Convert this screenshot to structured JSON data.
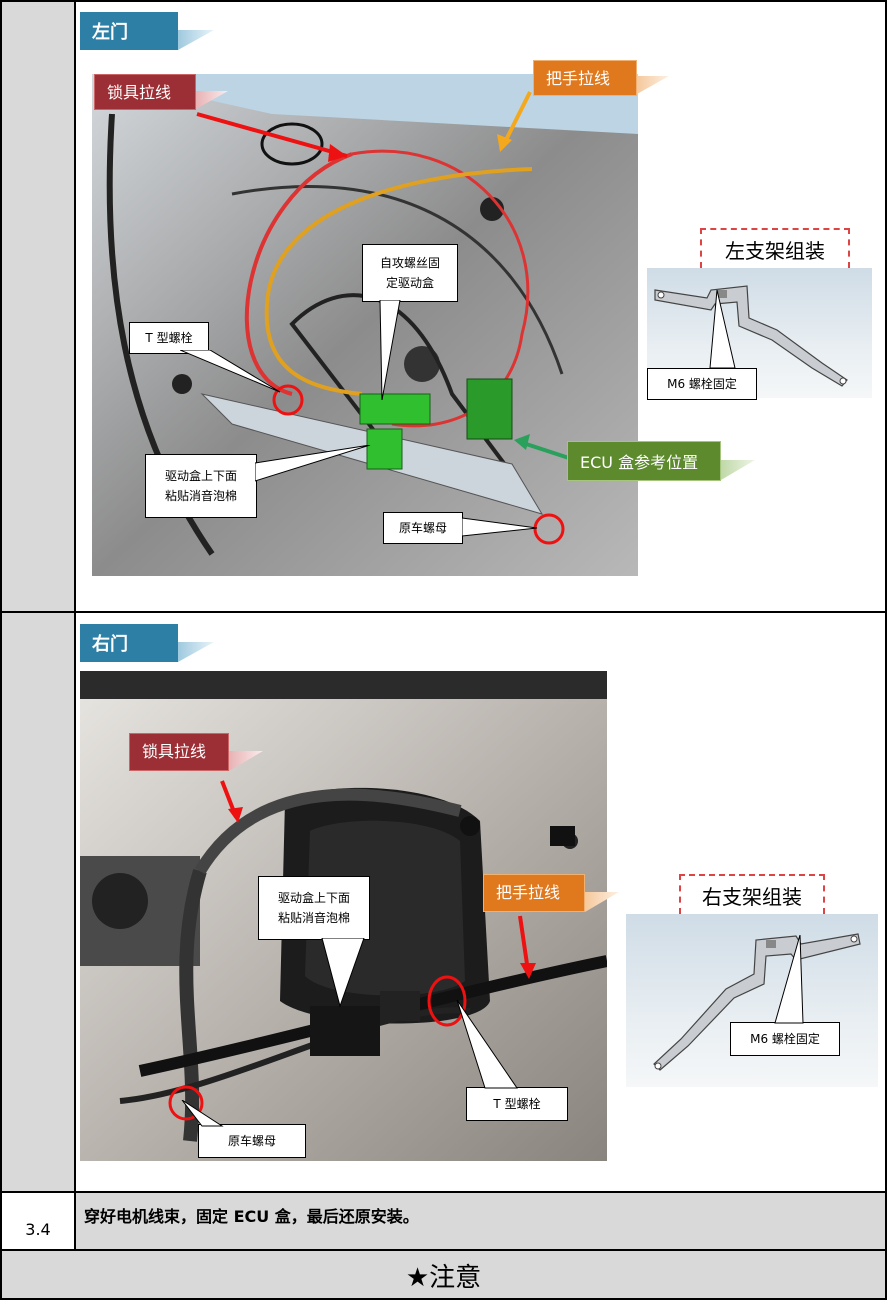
{
  "left_door": {
    "tag": "左门",
    "labels": {
      "lock_cable": "锁具拉线",
      "handle_cable": "把手拉线",
      "screw_fix": "自攻螺丝固\n定驱动盒",
      "t_bolt": "T 型螺栓",
      "foam": "驱动盒上下面\n粘贴消音泡棉",
      "ecu_ref": "ECU 盒参考位置",
      "orig_nut": "原车螺母"
    },
    "bracket": {
      "title": "左支架组装",
      "note": "M6 螺栓固定"
    }
  },
  "right_door": {
    "tag": "右门",
    "labels": {
      "lock_cable": "锁具拉线",
      "handle_cable": "把手拉线",
      "foam": "驱动盒上下面\n粘贴消音泡棉",
      "t_bolt": "T 型螺栓",
      "orig_nut": "原车螺母"
    },
    "bracket": {
      "title": "右支架组装",
      "note": "M6 螺栓固定"
    }
  },
  "step": {
    "number": "3.4",
    "text": "穿好电机线束，固定 ECU 盒，最后还原安装。"
  },
  "notice": "★注意"
}
